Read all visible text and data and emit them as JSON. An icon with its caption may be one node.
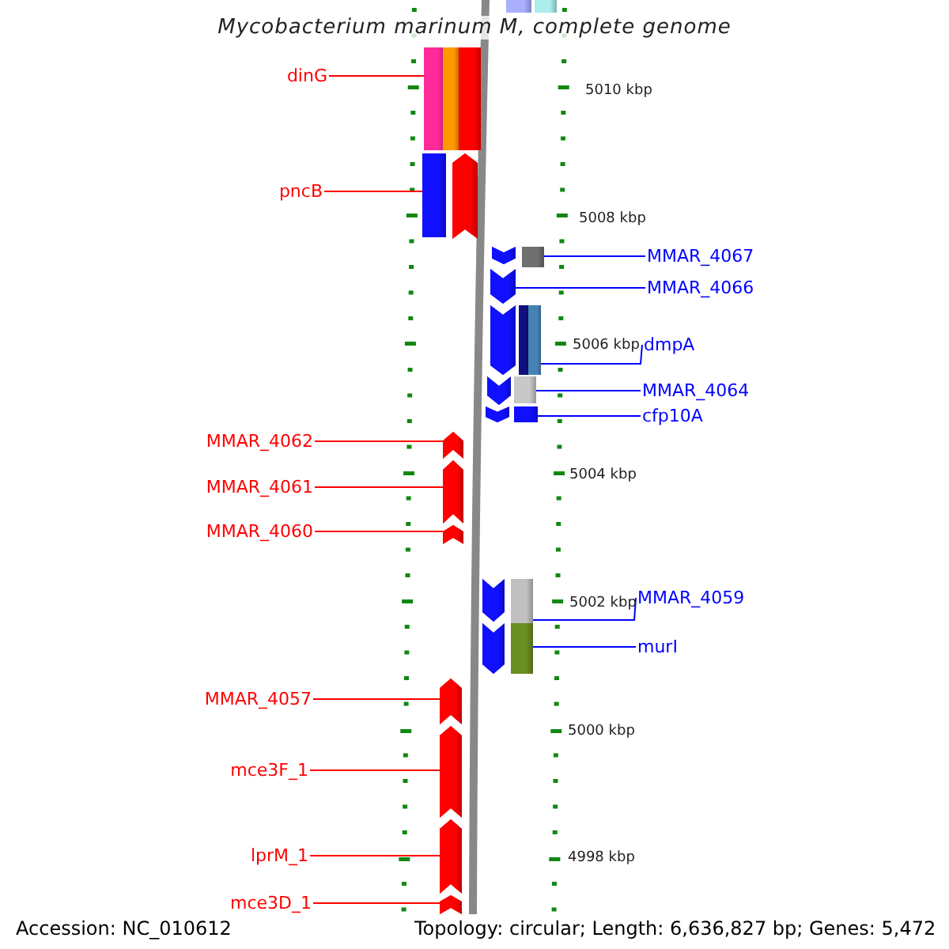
{
  "diagram": {
    "title": "Mycobacterium marinum M, complete genome",
    "nodes": [
      {
        "text": [
          "dinG"
        ]
      },
      {
        "text": [
          "pncB"
        ]
      },
      {
        "text": [
          "MMAR_4067"
        ]
      },
      {
        "text": [
          "MMAR_4066"
        ]
      },
      {
        "text": [
          "dmpA"
        ]
      },
      {
        "text": [
          "MMAR_4064"
        ]
      },
      {
        "text": [
          "cfp10A"
        ]
      },
      {
        "text": [
          "MMAR_4062"
        ]
      },
      {
        "text": [
          "MMAR_4061"
        ]
      },
      {
        "text": [
          "MMAR_4060"
        ]
      },
      {
        "text": [
          "MMAR_4059"
        ]
      },
      {
        "text": [
          "murI"
        ]
      },
      {
        "text": [
          "MMAR_4057"
        ]
      },
      {
        "text": [
          "mce3F_1"
        ]
      },
      {
        "text": [
          "lprM_1"
        ]
      },
      {
        "text": [
          "mce3D_1"
        ]
      },
      {
        "text": [],
        "shape": "bar"
      },
      {
        "text": [],
        "shape": "bar"
      },
      {
        "text": [],
        "shape": "bar"
      },
      {
        "text": [],
        "shape": "bar"
      },
      {
        "text": [],
        "shape": "bar"
      },
      {
        "text": [],
        "shape": "bar"
      },
      {
        "text": [],
        "shape": "arrow"
      },
      {
        "text": [],
        "shape": "arrow"
      },
      {
        "text": [],
        "shape": "bar"
      },
      {
        "text": [],
        "shape": "arrow"
      },
      {
        "text": [],
        "shape": "arrow"
      },
      {
        "text": [],
        "shape": "bar"
      },
      {
        "text": [],
        "shape": "bar"
      },
      {
        "text": [],
        "shape": "arrow"
      },
      {
        "text": [],
        "shape": "bar"
      },
      {
        "text": [],
        "shape": "arrow"
      },
      {
        "text": [],
        "shape": "bar"
      },
      {
        "text": [],
        "shape": "arrow"
      },
      {
        "text": [],
        "shape": "arrow"
      },
      {
        "text": [],
        "shape": "arrow"
      },
      {
        "text": [],
        "shape": "arrow"
      },
      {
        "text": [],
        "shape": "bar"
      },
      {
        "text": [],
        "shape": "arrow"
      },
      {
        "text": [],
        "shape": "bar"
      },
      {
        "text": [],
        "shape": "arrow"
      },
      {
        "text": [],
        "shape": "arrow"
      },
      {
        "text": [],
        "shape": "arrow"
      },
      {
        "text": [],
        "shape": "arrow"
      }
    ],
    "edges": [
      {
        "from": 0,
        "to": 18,
        "arrow": "none"
      },
      {
        "from": 1,
        "to": 21,
        "arrow": "none"
      },
      {
        "from": 2,
        "to": 24,
        "arrow": "none",
        "color": "#0000ff"
      },
      {
        "from": 3,
        "to": 25,
        "arrow": "none",
        "color": "#0000ff"
      },
      {
        "from": 4,
        "to": 28,
        "arrow": "none",
        "color": "#0000ff"
      },
      {
        "from": 5,
        "to": 30,
        "arrow": "none",
        "color": "#0000ff"
      },
      {
        "from": 6,
        "to": 32,
        "arrow": "none",
        "color": "#0000ff"
      },
      {
        "from": 7,
        "to": 33,
        "arrow": "none"
      },
      {
        "from": 8,
        "to": 34,
        "arrow": "none"
      },
      {
        "from": 9,
        "to": 35,
        "arrow": "none"
      },
      {
        "from": 10,
        "to": 37,
        "arrow": "none",
        "color": "#0000ff"
      },
      {
        "from": 11,
        "to": 39,
        "arrow": "none",
        "color": "#0000ff"
      },
      {
        "from": 12,
        "to": 40,
        "arrow": "none"
      },
      {
        "from": 13,
        "to": 41,
        "arrow": "none"
      },
      {
        "from": 14,
        "to": 42,
        "arrow": "none"
      },
      {
        "from": 15,
        "to": 43,
        "arrow": "none"
      }
    ],
    "labels": [
      "5010 kbp",
      "5008 kbp",
      "5006 kbp",
      "5004 kbp",
      "5002 kbp",
      "5000 kbp",
      "4998 kbp",
      "Accession: NC_010612",
      "Topology: circular; Length: 6,636,827 bp; Genes: 5,472"
    ]
  }
}
